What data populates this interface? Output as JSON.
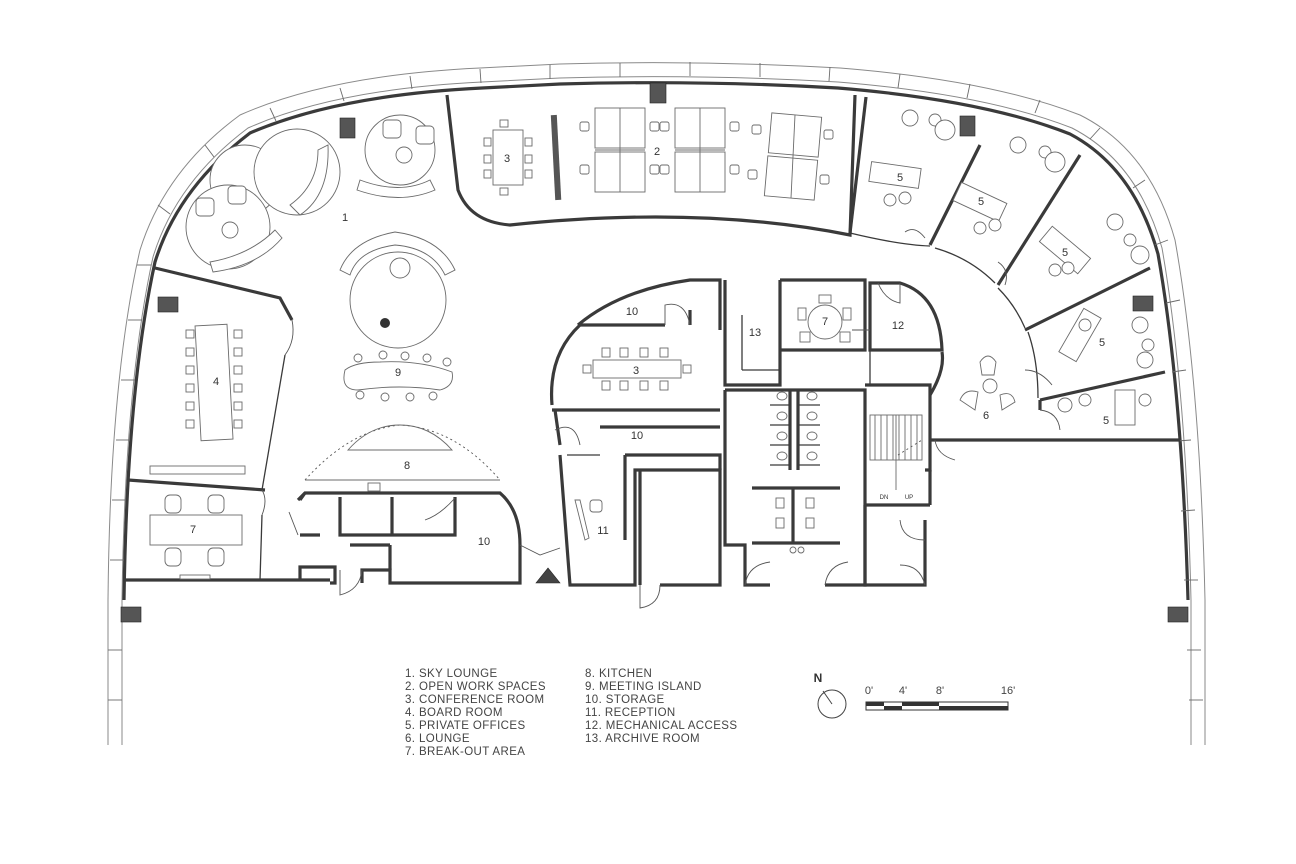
{
  "rooms": [
    {
      "id": "1",
      "label": "1"
    },
    {
      "id": "2",
      "label": "2"
    },
    {
      "id": "3a",
      "label": "3"
    },
    {
      "id": "3b",
      "label": "3"
    },
    {
      "id": "4",
      "label": "4"
    },
    {
      "id": "5a",
      "label": "5"
    },
    {
      "id": "5b",
      "label": "5"
    },
    {
      "id": "5c",
      "label": "5"
    },
    {
      "id": "5d",
      "label": "5"
    },
    {
      "id": "5e",
      "label": "5"
    },
    {
      "id": "6",
      "label": "6"
    },
    {
      "id": "7a",
      "label": "7"
    },
    {
      "id": "7b",
      "label": "7"
    },
    {
      "id": "8",
      "label": "8"
    },
    {
      "id": "9",
      "label": "9"
    },
    {
      "id": "10a",
      "label": "10"
    },
    {
      "id": "10b",
      "label": "10"
    },
    {
      "id": "10c",
      "label": "10"
    },
    {
      "id": "11",
      "label": "11"
    },
    {
      "id": "12",
      "label": "12"
    },
    {
      "id": "13",
      "label": "13"
    }
  ],
  "stair_labels": {
    "down": "DN",
    "up": "UP"
  },
  "legend": {
    "left": [
      "1.   SKY LOUNGE",
      "2.   OPEN WORK SPACES",
      "3.   CONFERENCE ROOM",
      "4.   BOARD ROOM",
      "5.   PRIVATE OFFICES",
      "6.   LOUNGE",
      "7.   BREAK-OUT AREA"
    ],
    "right": [
      "8.    KITCHEN",
      "9.    MEETING ISLAND",
      "10.  STORAGE",
      "11.   RECEPTION",
      "12.   MECHANICAL ACCESS",
      "13.   ARCHIVE ROOM"
    ]
  },
  "north_arrow": {
    "label": "N"
  },
  "scale_bar": {
    "ticks": [
      "0'",
      "4'",
      "8'",
      "16'"
    ]
  },
  "colors": {
    "wall": "#3a3a3a",
    "furniture": "#6b6b6b",
    "column": "#555555",
    "background": "#ffffff"
  }
}
